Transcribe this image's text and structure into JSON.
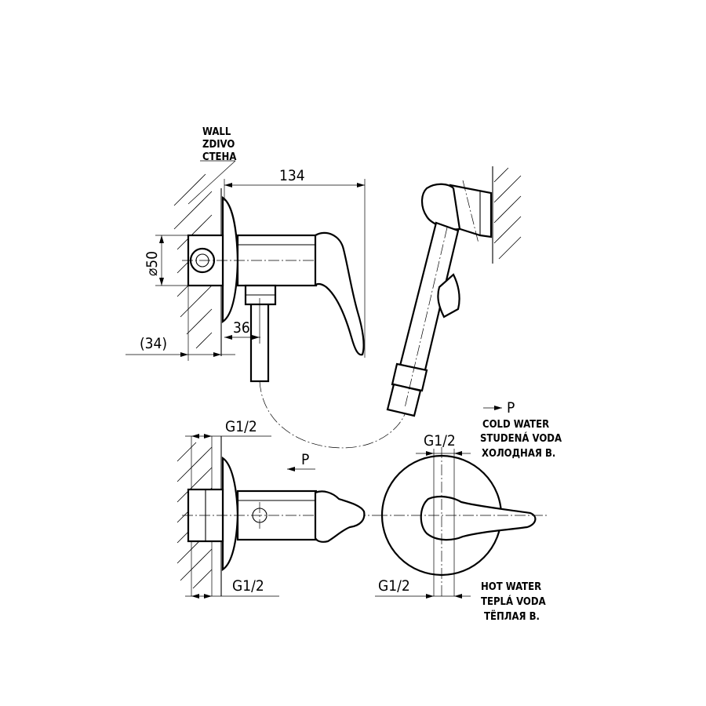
{
  "labels": {
    "wall_en": "WALL",
    "wall_cz": "ZDIVO",
    "wall_ru": "СТЕНА",
    "cold_en": "COLD WATER",
    "cold_cz": "STUDENÁ VODA",
    "cold_ru": "ХОЛОДНАЯ В.",
    "hot_en": "HOT WATER",
    "hot_cz": "TEPLÁ VODA",
    "hot_ru": "ТЁПЛАЯ В.",
    "p_top": "P",
    "p_bottom": "P"
  },
  "dimensions": {
    "width_134": "134",
    "diameter_50": "⌀50",
    "offset_34": "(34)",
    "depth_36": "36",
    "thread_top_left": "G1/2",
    "thread_top_right": "G1/2",
    "thread_bottom_left": "G1/2",
    "thread_bottom_right": "G1/2"
  }
}
